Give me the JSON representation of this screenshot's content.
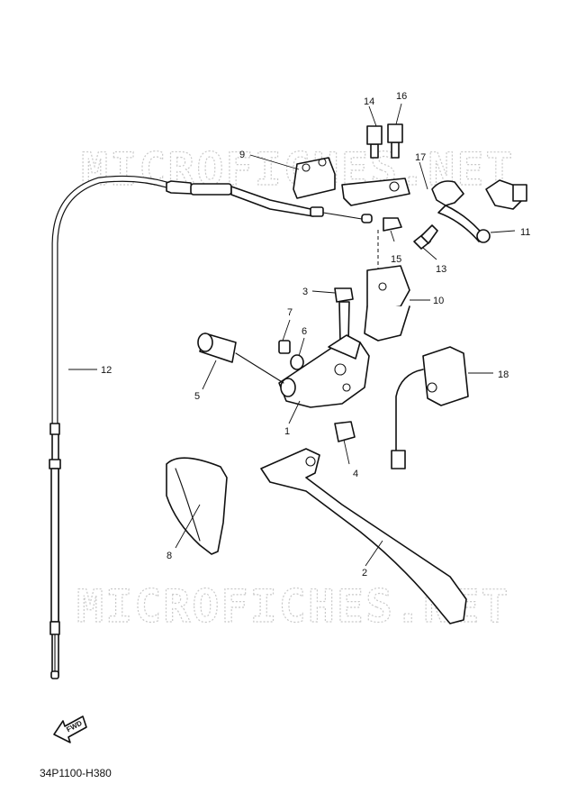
{
  "watermark": "MICROFICHES.NET",
  "diagram_code": "34P1100-H380",
  "fwd_label": "FWD",
  "callouts": [
    "1",
    "2",
    "3",
    "4",
    "5",
    "6",
    "7",
    "8",
    "9",
    "10",
    "11",
    "12",
    "13",
    "14",
    "15",
    "16",
    "17",
    "18"
  ]
}
